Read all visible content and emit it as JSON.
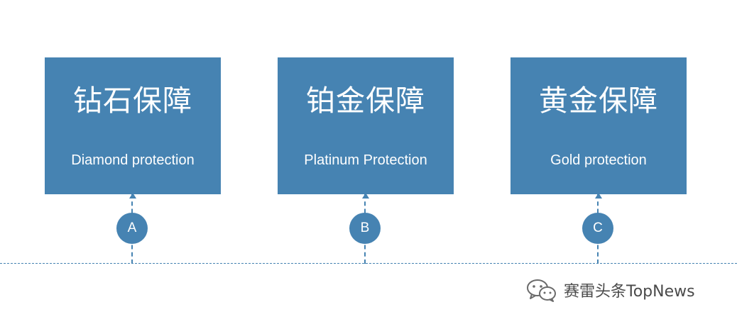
{
  "cards": [
    {
      "title": "钻石保障",
      "subtitle": "Diamond protection",
      "badge": "A"
    },
    {
      "title": "铂金保障",
      "subtitle": "Platinum Protection",
      "badge": "B"
    },
    {
      "title": "黄金保障",
      "subtitle": "Gold protection",
      "badge": "C"
    }
  ],
  "watermark": {
    "text": "赛雷头条TopNews",
    "icon": "wechat-icon"
  },
  "colors": {
    "accent": "#4683b2",
    "text_on_accent": "#ffffff",
    "watermark_text": "#4a4a4a"
  }
}
